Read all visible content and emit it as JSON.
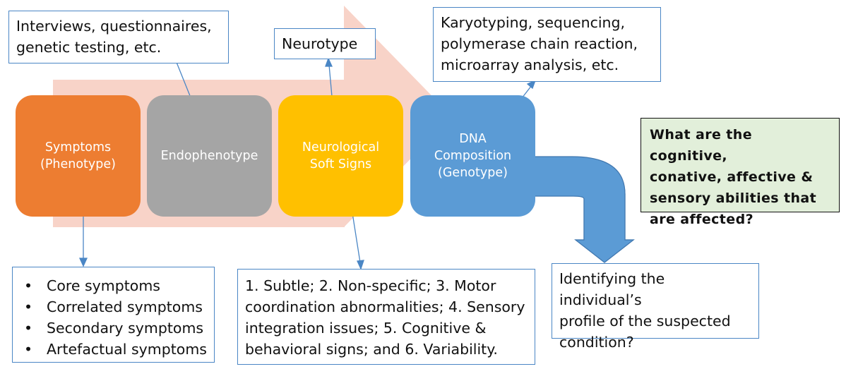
{
  "colors": {
    "big_arrow": "#f8d3c8",
    "symptoms": "#ed7d31",
    "endophenotype": "#a5a5a5",
    "neuro": "#ffc000",
    "dna": "#5b9bd5",
    "connector": "#4a86c5",
    "question_bg": "#e2efda"
  },
  "stages": {
    "symptoms": "Symptoms\n(Phenotype)",
    "endophenotype": "Endophenotype",
    "neuro": "Neurological\nSoft Signs",
    "dna": "DNA\nComposition\n(Genotype)"
  },
  "annotations": {
    "methods": [
      "Interviews, questionnaires,",
      "genetic testing, etc."
    ],
    "neurotype": "Neurotype",
    "genetics": [
      "Karyotyping, sequencing,",
      "polymerase chain reaction,",
      "microarray analysis, etc."
    ],
    "symptom_list": [
      "Core symptoms",
      "Correlated symptoms",
      "Secondary symptoms",
      "Artefactual symptoms"
    ],
    "soft_signs": [
      "1. Subtle; 2. Non-specific; 3. Motor",
      "coordination abnormalities; 4. Sensory",
      "integration issues; 5. Cognitive &",
      "behavioral signs; and 6. Variability."
    ],
    "question": [
      "What are the cognitive,",
      "conative, affective &",
      "sensory abilities that",
      "are affected?"
    ],
    "profile": [
      "Identifying the individual’s",
      "profile of the suspected",
      "condition?"
    ]
  }
}
